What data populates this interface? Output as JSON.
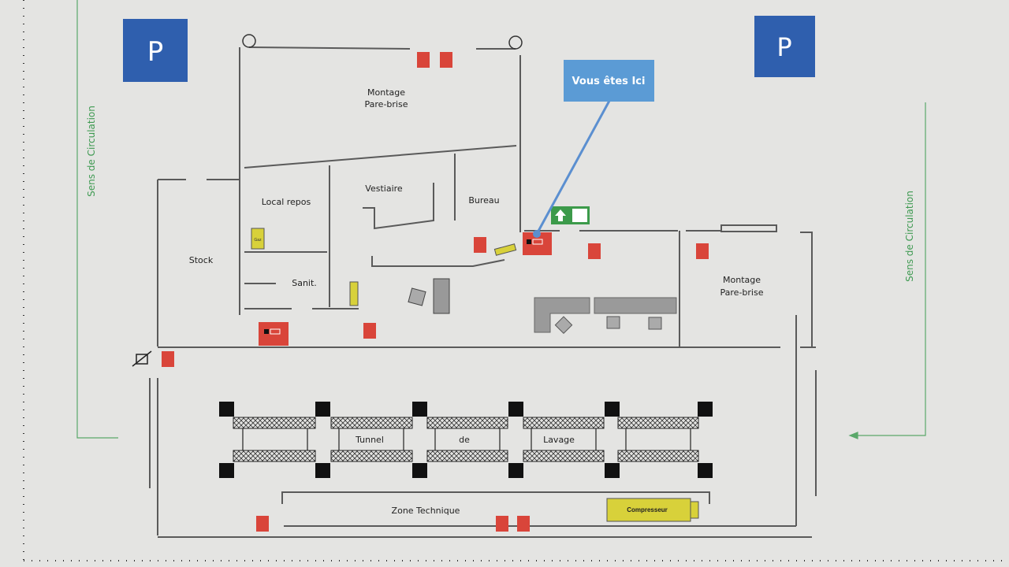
{
  "parking": {
    "left_label": "P",
    "right_label": "P"
  },
  "you_are_here": {
    "label": "Vous êtes Ici"
  },
  "circulation": {
    "left_label": "Sens de Circulation",
    "right_label": "Sens de Circulation"
  },
  "rooms": {
    "montage_top_line1": "Montage",
    "montage_top_line2": "Pare-brise",
    "vestiaire": "Vestiaire",
    "local_repos": "Local repos",
    "bureau": "Bureau",
    "stock": "Stock",
    "sanit": "Sanit.",
    "montage_right_line1": "Montage",
    "montage_right_line2": "Pare-brise",
    "tunnel_1": "Tunnel",
    "tunnel_2": "de",
    "tunnel_3": "Lavage",
    "zone_technique": "Zone Technique"
  },
  "equipment": {
    "compresseur": "Compresseur",
    "gaz": "Gaz"
  },
  "colors": {
    "parking": "#2f5fae",
    "you_are_here": "#5b9bd5",
    "safety_red": "#d9453a",
    "equipment_yellow": "#d8d13a",
    "exit_green": "#3c9a4a"
  }
}
